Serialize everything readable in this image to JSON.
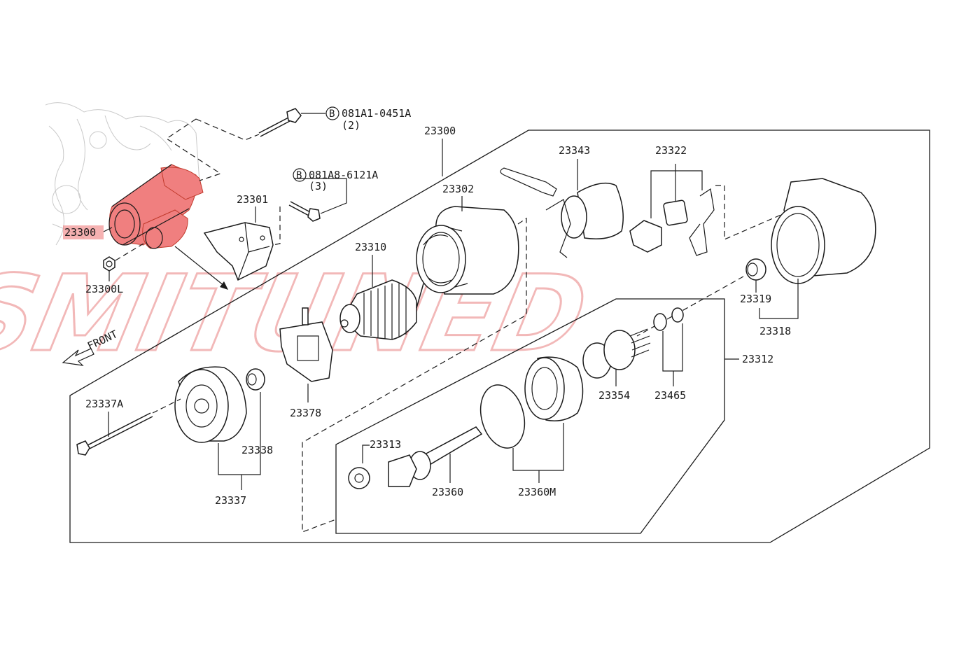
{
  "watermark": {
    "text": "SMITUNED",
    "color": "#f2b8b8"
  },
  "highlight_color": "#f07f7f",
  "labels": {
    "main_starter": "23300",
    "starter_assembly": "23300",
    "nut": "23300L",
    "bolt_a_code": "081A1-0451A",
    "bolt_a_qty": "(2)",
    "bolt_b_code": "081A8-6121A",
    "bolt_b_qty": "(3)",
    "bolt_marker": "B",
    "heat_shield": "23301",
    "yoke": "23302",
    "armature": "23310",
    "solenoid": "23343",
    "switch_parts": "23322",
    "bushing": "23319",
    "gear_case": "23318",
    "pinion_kit": "23312",
    "brush_holder": "23378",
    "through_bolt": "23337A",
    "rear_cover": "23337",
    "rear_bushing": "23338",
    "ring_group": "23354",
    "snap_ring_set": "23465",
    "idler_gear": "23313",
    "pinion_shaft": "23360",
    "planetary_set": "23360M",
    "front": "FRONT"
  }
}
